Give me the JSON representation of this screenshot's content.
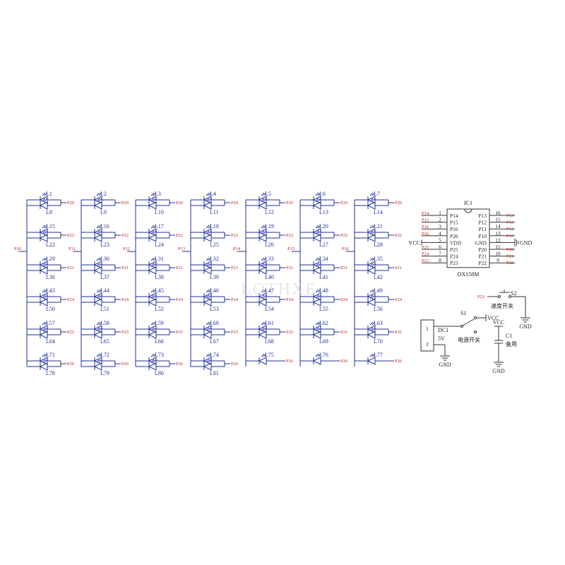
{
  "led_matrix": {
    "columns": [
      {
        "anodes": [
          "P20",
          "P22",
          "P21",
          "P24",
          "P25",
          "P26"
        ],
        "leds": [
          "L1",
          "L8",
          "L15",
          "L22",
          "L29",
          "L36",
          "L43",
          "L50",
          "L57",
          "L64",
          "L71",
          "L78"
        ]
      },
      {
        "anodes": [
          "P20",
          "P22",
          "P21",
          "P24",
          "P25",
          "P26"
        ],
        "leds": [
          "L2",
          "L9",
          "L16",
          "L23",
          "L30",
          "L37",
          "L44",
          "L51",
          "L58",
          "L65",
          "L72",
          "L79"
        ]
      },
      {
        "anodes": [
          "P20",
          "P22",
          "P21",
          "P24",
          "P25",
          "P26"
        ],
        "leds": [
          "L3",
          "L10",
          "L17",
          "L24",
          "L31",
          "L38",
          "L45",
          "L52",
          "L59",
          "L66",
          "L73",
          "L80"
        ]
      },
      {
        "anodes": [
          "P20",
          "P22",
          "P21",
          "P24",
          "P25",
          "P26"
        ],
        "leds": [
          "L4",
          "L11",
          "L18",
          "L25",
          "L32",
          "L39",
          "L46",
          "L53",
          "L60",
          "L67",
          "L74",
          "L81"
        ]
      },
      {
        "anodes": [
          "P20",
          "P22",
          "P21",
          "P24",
          "P25",
          "P26"
        ],
        "leds": [
          "L5",
          "L12",
          "L19",
          "L26",
          "L33",
          "L40",
          "L47",
          "L54",
          "L61",
          "L68",
          "L75"
        ]
      },
      {
        "anodes": [
          "P20",
          "P22",
          "P21",
          "P24",
          "P25",
          "P26"
        ],
        "leds": [
          "L6",
          "L13",
          "L20",
          "L27",
          "L34",
          "L41",
          "L48",
          "L55",
          "L62",
          "L69",
          "L76"
        ]
      },
      {
        "anodes": [
          "P20",
          "P22",
          "P21",
          "P24",
          "P25",
          "P26"
        ],
        "leds": [
          "L7",
          "L14",
          "L21",
          "L28",
          "L35",
          "L42",
          "L49",
          "L56",
          "L63",
          "L70",
          "L77"
        ]
      }
    ],
    "cathodes": [
      "P10",
      "P11",
      "P12",
      "P13",
      "P14",
      "P15",
      "P16"
    ]
  },
  "ic": {
    "ref": "IC1",
    "part": "DX158M",
    "left_nets": [
      "P14",
      "P15",
      "P16",
      "P26",
      "VCC",
      "P25",
      "P24",
      "P23"
    ],
    "left_pins": [
      "P14",
      "P15",
      "P16",
      "P26",
      "VDD",
      "P25",
      "P24",
      "P23"
    ],
    "left_nums": [
      "1",
      "2",
      "3",
      "4",
      "5",
      "6",
      "7",
      "8"
    ],
    "right_pins": [
      "P13",
      "P12",
      "P11",
      "P10",
      "GND",
      "P20",
      "P21",
      "P22"
    ],
    "right_nums": [
      "16",
      "15",
      "14",
      "13",
      "12",
      "11",
      "10",
      "9"
    ],
    "right_nets": [
      "P13",
      "P12",
      "P11",
      "P10",
      "",
      "P20",
      "P21",
      "P22"
    ],
    "vcc_label": "VCC",
    "gnd_label": "GND"
  },
  "speed_switch": {
    "ref": "S2",
    "net": "P23",
    "label": "速度开关",
    "gnd": "GND"
  },
  "power": {
    "jack_ref": "DC1",
    "jack_voltage": "5V",
    "pin1": "1",
    "pin2": "2",
    "switch_ref": "S1",
    "switch_label": "电源开关",
    "vcc": "VCC",
    "gnd": "GND"
  },
  "capacitor": {
    "ref": "C1",
    "label": "备用",
    "vcc": "VCC",
    "gnd": "GND"
  },
  "watermark": "LQTHXE"
}
